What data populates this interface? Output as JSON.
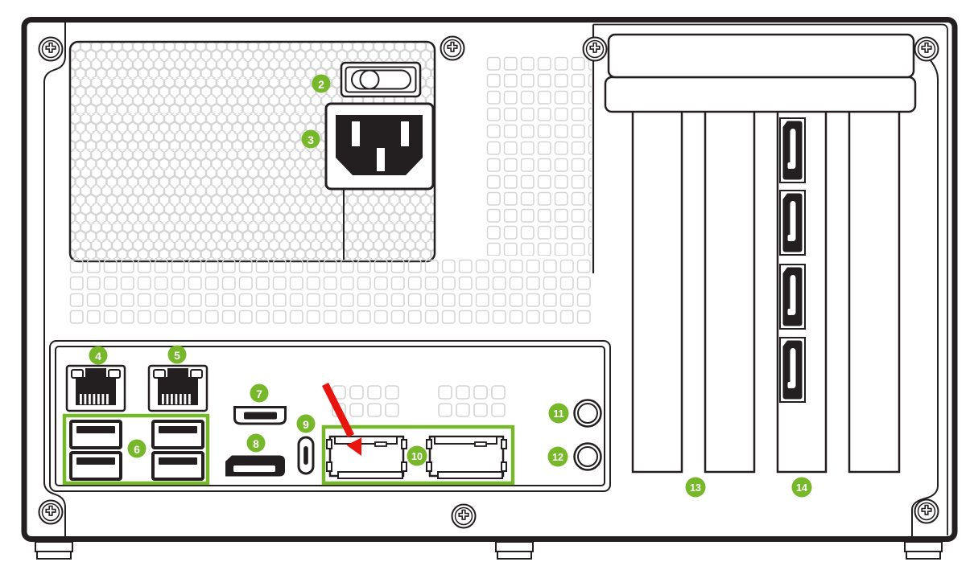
{
  "figure": {
    "type": "hardware-rear-panel-diagram",
    "description": "Rear panel line drawing of a workstation chassis with numbered callouts",
    "colors": {
      "line": "#231f20",
      "accent_green": "#76b82a",
      "arrow_red": "#e8150e",
      "vent_gray": "#d4d4d4"
    },
    "callouts": [
      {
        "number": "2",
        "target": "power-switch"
      },
      {
        "number": "3",
        "target": "ac-power-inlet"
      },
      {
        "number": "4",
        "target": "ethernet-port-1"
      },
      {
        "number": "5",
        "target": "ethernet-port-2"
      },
      {
        "number": "6",
        "target": "usb-a-ports"
      },
      {
        "number": "7",
        "target": "hdmi-port"
      },
      {
        "number": "8",
        "target": "displayport"
      },
      {
        "number": "9",
        "target": "usb-c-port"
      },
      {
        "number": "10",
        "target": "qsfp-network-ports"
      },
      {
        "number": "11",
        "target": "round-button-upper"
      },
      {
        "number": "12",
        "target": "round-button-lower"
      },
      {
        "number": "13",
        "target": "pcie-expansion-slots"
      },
      {
        "number": "14",
        "target": "graphics-displayports"
      }
    ],
    "annotation": {
      "arrow": "red arrow pointing at left QSFP network port"
    }
  }
}
